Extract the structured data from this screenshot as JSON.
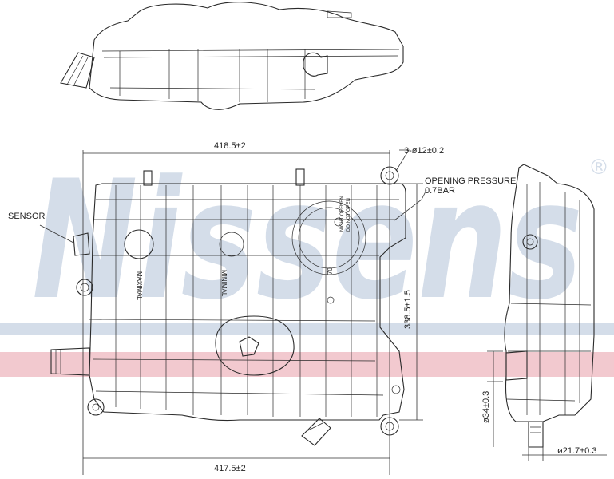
{
  "watermark": {
    "brand": "Nissens",
    "registered": "®",
    "brand_color": "#d4dde9",
    "stripe_color": "#f2c9cf"
  },
  "dimensions": {
    "top_width": "418.5±2",
    "bottom_width": "417.5±2",
    "height": "338.5±1.5",
    "holes": "3-ø12±0.2",
    "outlet_diameter": "ø34±0.3",
    "nipple_diameter": "ø21.7±0.3"
  },
  "labels": {
    "sensor": "SENSOR",
    "opening_pressure_line1": "OPENING PRESSURE",
    "opening_pressure_line2": "0.7BAR",
    "cap_text_1": "NICHT OFFNEN",
    "cap_text_2": "DO NOT OPEN",
    "cap_number": "70",
    "embossed_left": "MAXIMAL",
    "embossed_right": "MINIMAL"
  }
}
